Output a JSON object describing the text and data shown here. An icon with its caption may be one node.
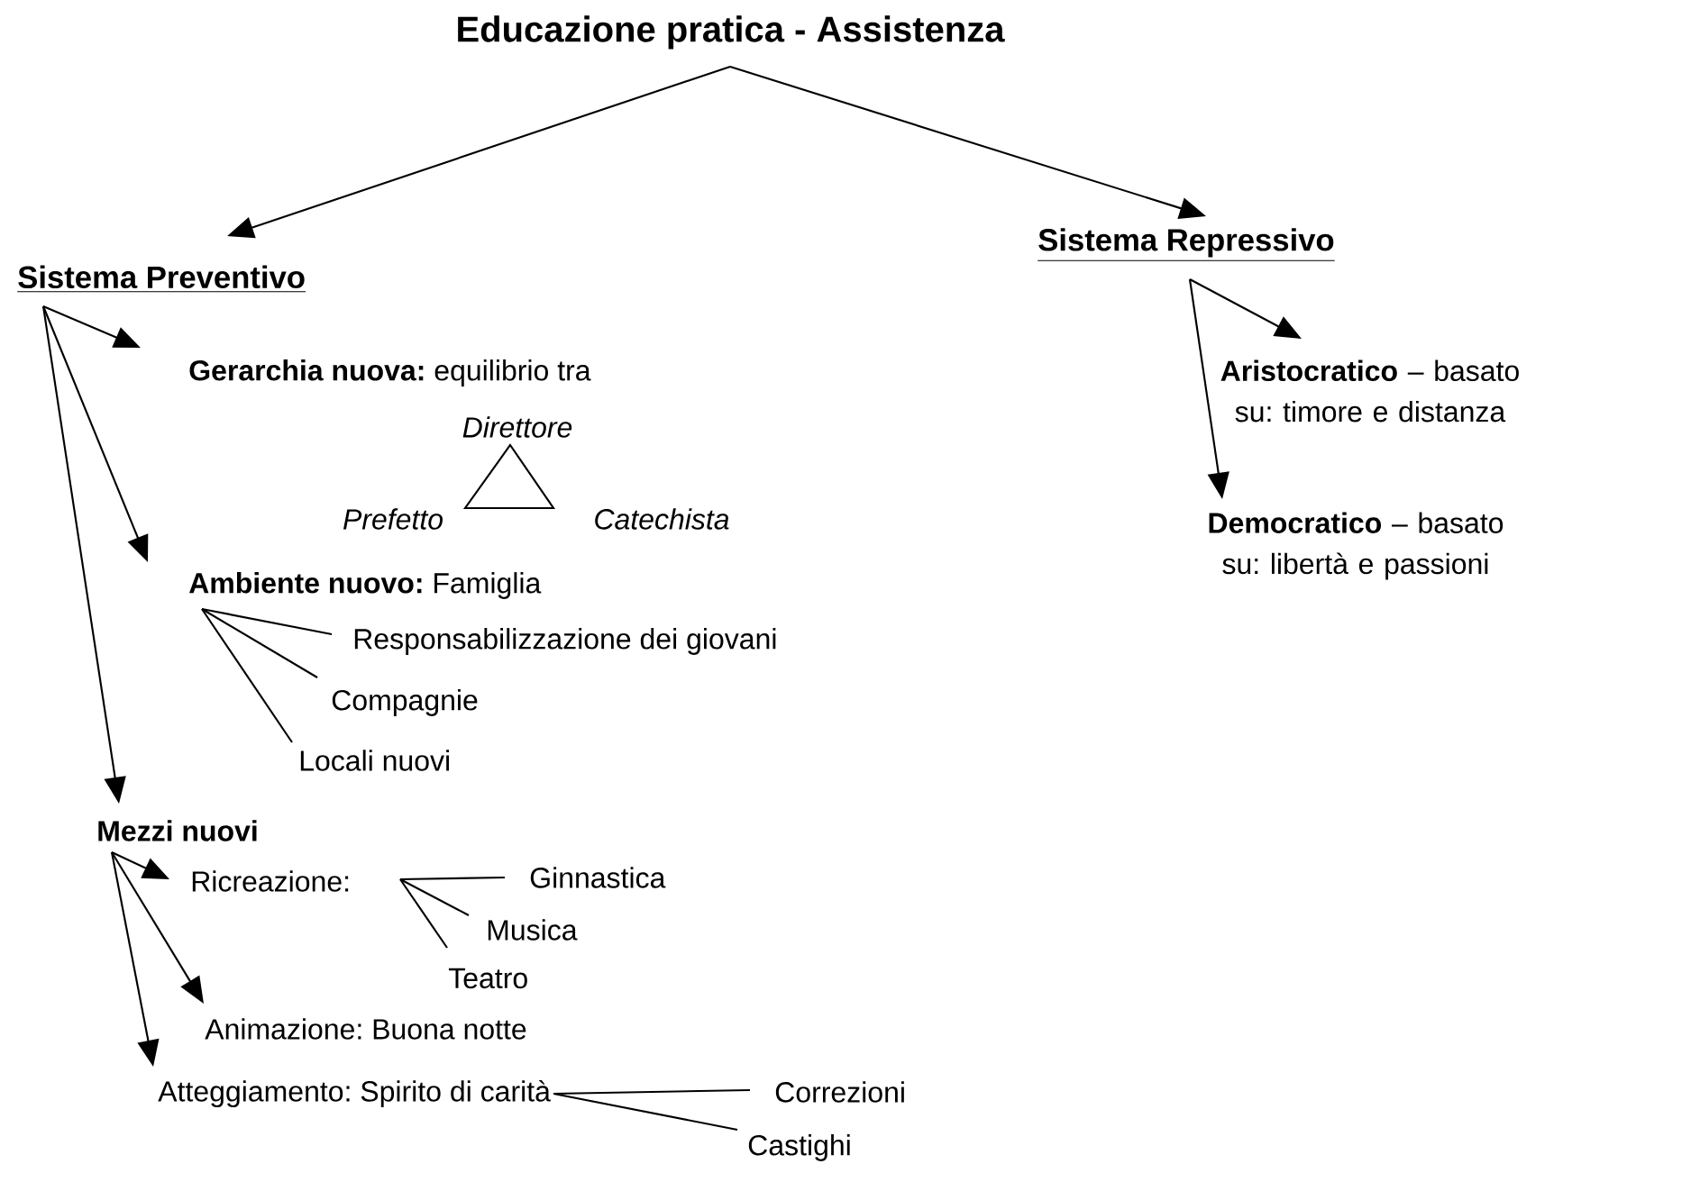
{
  "diagram": {
    "nodes": [
      {
        "text": [
          "Educazione pratica - Assistenza"
        ]
      },
      {
        "text": [
          "Sistema Preventivo"
        ]
      },
      {
        "text": [
          "Sistema Repressivo"
        ]
      },
      {
        "text": [
          "**Gerarchia nuova:** equilibrio tra"
        ]
      },
      {
        "text": [
          "**Ambiente nuovo:** Famiglia"
        ]
      },
      {
        "text": [
          "Responsabilizzazione dei giovani"
        ]
      },
      {
        "text": [
          "Compagnie"
        ]
      },
      {
        "text": [
          "Locali nuovi"
        ]
      },
      {
        "text": [
          "Mezzi nuovi"
        ]
      },
      {
        "text": [
          "Ricreazione:"
        ]
      },
      {
        "text": [
          "Ginnastica"
        ]
      },
      {
        "text": [
          "Musica"
        ]
      },
      {
        "text": [
          "Teatro"
        ]
      },
      {
        "text": [
          "Animazione: Buona notte"
        ]
      },
      {
        "text": [
          "Atteggiamento: Spirito di carità"
        ]
      },
      {
        "text": [
          "Correzioni"
        ]
      },
      {
        "text": [
          "Castighi"
        ]
      },
      {
        "text": [
          "**Aristocratico** – basato su: timore e distanza"
        ]
      },
      {
        "text": [
          "**Democratico** – basato su: libertà e passioni"
        ]
      }
    ],
    "edges": [
      {
        "from": 0,
        "to": 1,
        "arrow": "to"
      },
      {
        "from": 0,
        "to": 2,
        "arrow": "to"
      },
      {
        "from": 1,
        "to": 3,
        "arrow": "to"
      },
      {
        "from": 1,
        "to": 4,
        "arrow": "to"
      },
      {
        "from": 1,
        "to": 8,
        "arrow": "to"
      },
      {
        "from": 4,
        "to": 5,
        "arrow": "none"
      },
      {
        "from": 4,
        "to": 6,
        "arrow": "none"
      },
      {
        "from": 4,
        "to": 7,
        "arrow": "none"
      },
      {
        "from": 8,
        "to": 9,
        "arrow": "to"
      },
      {
        "from": 8,
        "to": 13,
        "arrow": "to"
      },
      {
        "from": 8,
        "to": 14,
        "arrow": "to"
      },
      {
        "from": 9,
        "to": 10,
        "arrow": "none"
      },
      {
        "from": 9,
        "to": 11,
        "arrow": "none"
      },
      {
        "from": 9,
        "to": 12,
        "arrow": "none"
      },
      {
        "from": 14,
        "to": 15,
        "arrow": "none"
      },
      {
        "from": 14,
        "to": 16,
        "arrow": "none"
      },
      {
        "from": 2,
        "to": 17,
        "arrow": "to"
      },
      {
        "from": 2,
        "to": 18,
        "arrow": "to"
      }
    ],
    "labels": [
      "Direttore",
      "Prefetto",
      "Catechista"
    ]
  }
}
